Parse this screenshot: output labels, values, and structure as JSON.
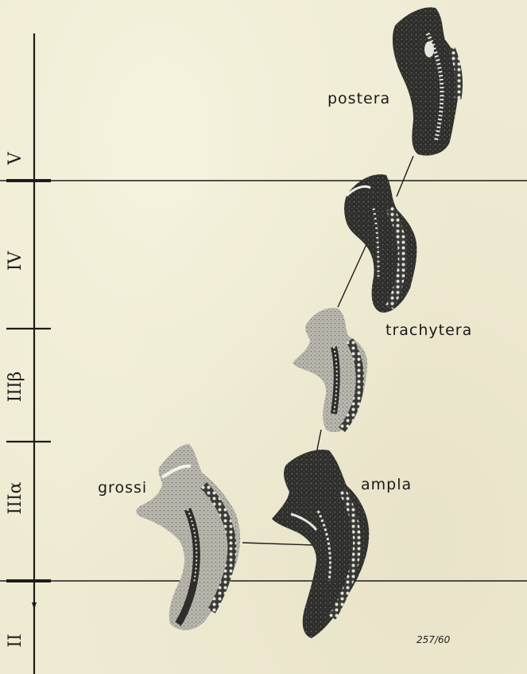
{
  "stages": [
    {
      "label": "V"
    },
    {
      "label": "IV"
    },
    {
      "label": "IIIβ"
    },
    {
      "label": "IIIα"
    },
    {
      "label": "II"
    }
  ],
  "species": {
    "postera": "postera",
    "trachytera": "trachytera",
    "ampla": "ampla",
    "grossi": "grossi"
  },
  "plate_number": "257/60",
  "colors": {
    "paper": "#efebd3",
    "ink": "#1d1d1d",
    "specimen_dark": "#2e2e2c",
    "specimen_light": "#d8d6cc"
  }
}
